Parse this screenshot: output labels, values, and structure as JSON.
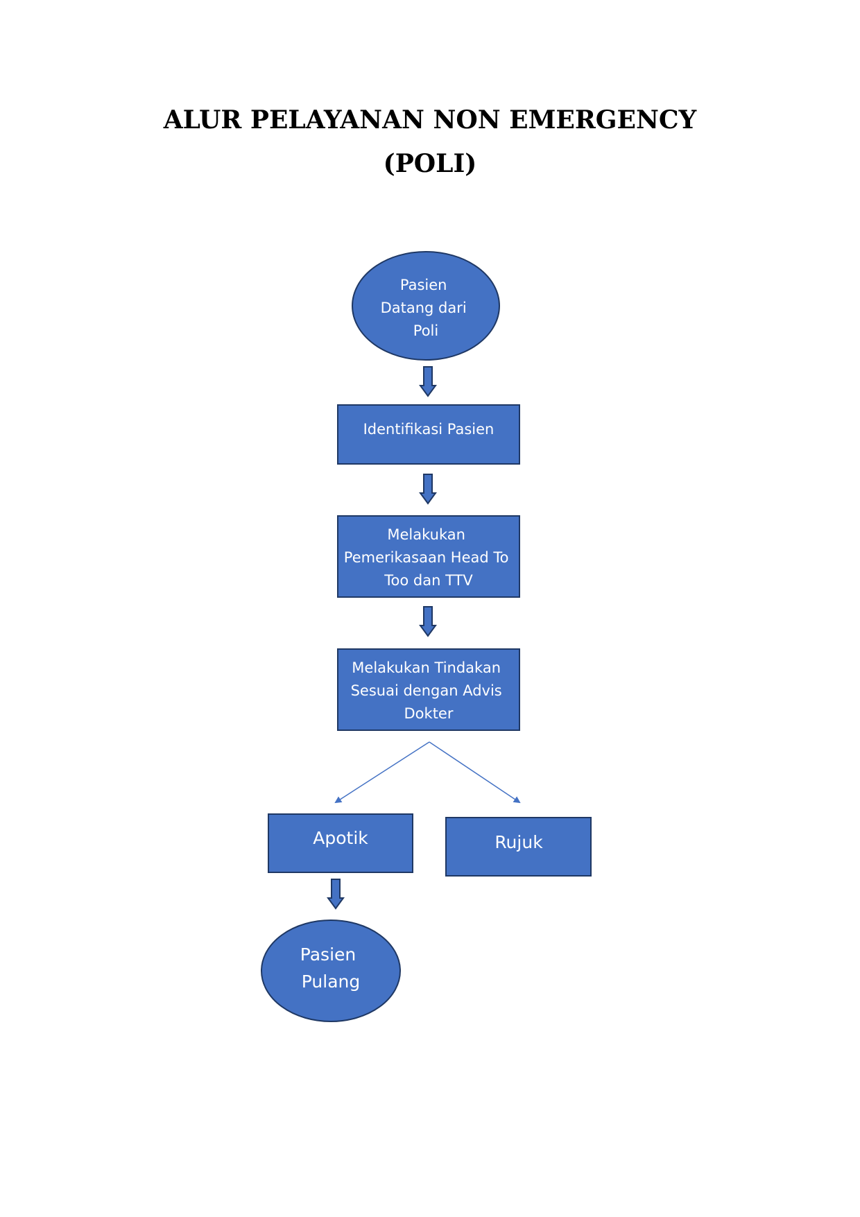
{
  "title": {
    "line1": "ALUR PELAYANAN NON EMERGENCY",
    "line2": "(POLI)"
  },
  "nodes": {
    "start": [
      "Pasien",
      "Datang dari",
      "Poli"
    ],
    "identifikasi": [
      "Identifikasi Pasien"
    ],
    "pemeriksaan": [
      "Melakukan",
      "Pemerikasaan Head To",
      "Too dan TTV"
    ],
    "tindakan": [
      "Melakukan Tindakan",
      "Sesuai dengan Advis",
      "Dokter"
    ],
    "apotik": [
      "Apotik"
    ],
    "rujuk": [
      "Rujuk"
    ],
    "pulang": [
      "Pasien",
      "Pulang"
    ]
  },
  "colors": {
    "node_fill": "#4472C4",
    "node_stroke": "#1F3864",
    "connector": "#4472C4"
  }
}
